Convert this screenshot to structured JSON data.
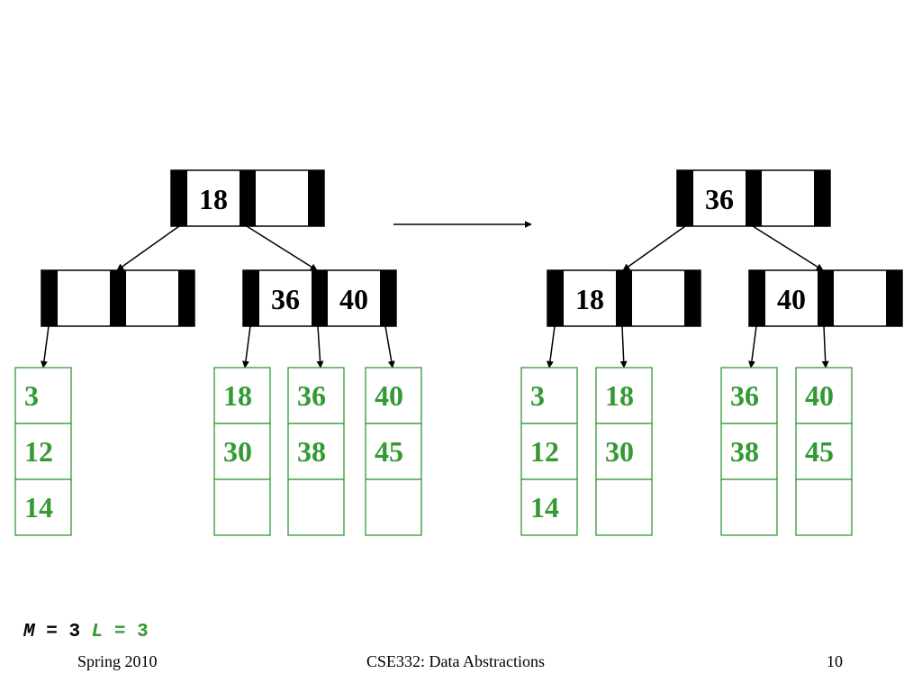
{
  "colors": {
    "key": "#000000",
    "leaf": "#339933",
    "bar": "#000000"
  },
  "diagram": {
    "before": {
      "root": {
        "keys": [
          "18",
          ""
        ]
      },
      "internal": [
        {
          "keys": [
            "",
            ""
          ]
        },
        {
          "keys": [
            "36",
            "40"
          ]
        }
      ],
      "leaves": [
        {
          "values": [
            "3",
            "12",
            "14"
          ]
        },
        {
          "values": [
            "18",
            "30",
            ""
          ]
        },
        {
          "values": [
            "36",
            "38",
            ""
          ]
        },
        {
          "values": [
            "40",
            "45",
            ""
          ]
        }
      ]
    },
    "after": {
      "root": {
        "keys": [
          "36",
          ""
        ]
      },
      "internal": [
        {
          "keys": [
            "18",
            ""
          ]
        },
        {
          "keys": [
            "40",
            ""
          ]
        }
      ],
      "leaves": [
        {
          "values": [
            "3",
            "12",
            "14"
          ]
        },
        {
          "values": [
            "18",
            "30",
            ""
          ]
        },
        {
          "values": [
            "36",
            "38",
            ""
          ]
        },
        {
          "values": [
            "40",
            "45",
            ""
          ]
        }
      ]
    }
  },
  "params": {
    "m_name": "M",
    "eq": "=",
    "m_value": "3",
    "l_name": "L",
    "l_value": "3"
  },
  "footer": {
    "left": "Spring 2010",
    "center": "CSE332: Data Abstractions",
    "page": "10"
  }
}
